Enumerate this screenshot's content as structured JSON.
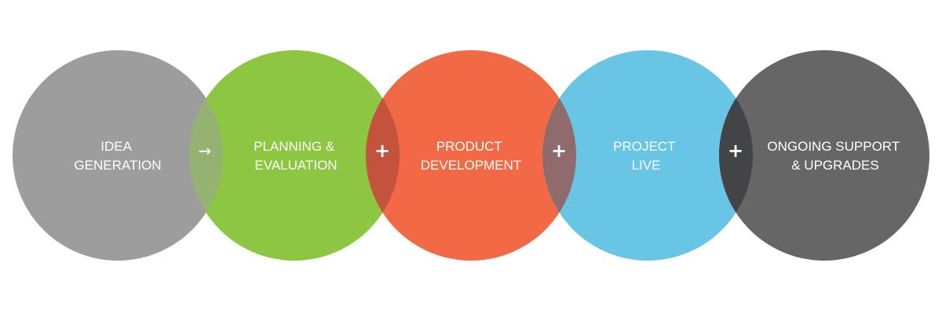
{
  "steps": [
    {
      "line1": "IDEA",
      "line2": "GENERATION",
      "color": "#9d9d9d"
    },
    {
      "line1": "PLANNING &",
      "line2": "EVALUATION",
      "color": "#8dc641"
    },
    {
      "line1": "PRODUCT",
      "line2": "DEVELOPMENT",
      "color": "#f16a45"
    },
    {
      "line1": "PROJECT",
      "line2": "LIVE",
      "color": "#68c5e3"
    },
    {
      "line1": "ONGOING SUPPORT",
      "line2": "& UPGRADES",
      "color": "#666666"
    }
  ],
  "connectors": [
    {
      "symbol": "→",
      "icon": "arrow-right-icon",
      "overlap_color": "#96b273"
    },
    {
      "symbol": "+",
      "icon": "plus-icon",
      "overlap_color": "#c3533c"
    },
    {
      "symbol": "+",
      "icon": "plus-icon",
      "overlap_color": "#8f6b6d"
    },
    {
      "symbol": "+",
      "icon": "plus-icon",
      "overlap_color": "#424448"
    }
  ]
}
